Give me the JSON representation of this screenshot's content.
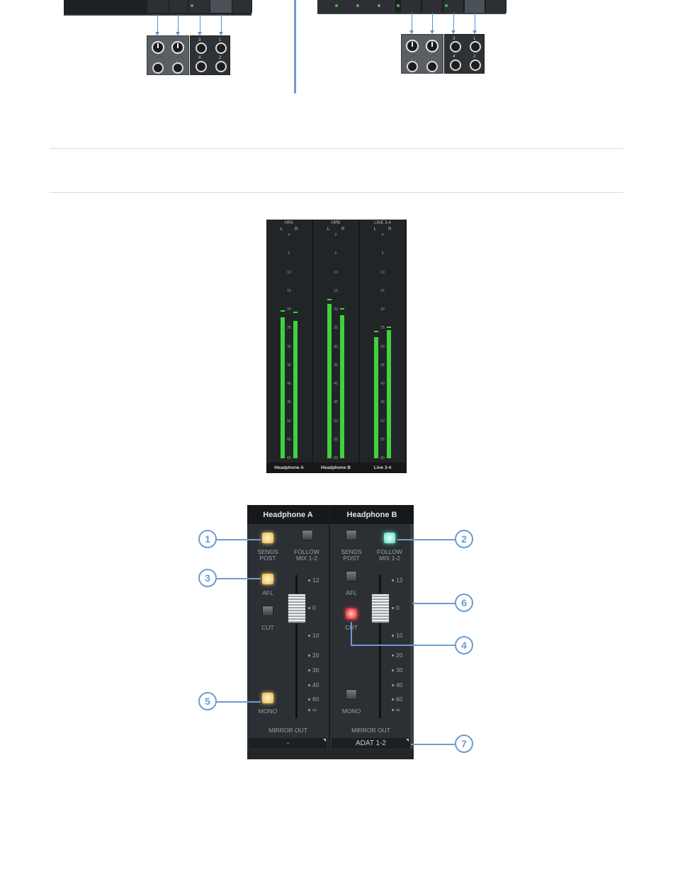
{
  "hardware": {
    "jacks_left": [
      "3",
      "1",
      "4",
      "2"
    ],
    "jacks_right": [
      "3",
      "1",
      "4",
      "2"
    ]
  },
  "meters": {
    "columns": [
      {
        "title": "HPA",
        "left_label": "L",
        "right_label": "R",
        "footer": "Headphone A",
        "left_level_db": 22,
        "right_level_db": 23,
        "left_peak_db": 20.5,
        "right_peak_db": 21
      },
      {
        "title": "HPB",
        "left_label": "L",
        "right_label": "R",
        "footer": "Headphone B",
        "left_level_db": 18.5,
        "right_level_db": 21.5,
        "left_peak_db": 17.5,
        "right_peak_db": 20
      },
      {
        "title": "LINE 3-4",
        "left_label": "L",
        "right_label": "R",
        "footer": "Line 3-4",
        "left_level_db": 27.5,
        "right_level_db": 25.5,
        "left_peak_db": 26,
        "right_peak_db": 25
      }
    ],
    "scale": [
      "0",
      "5",
      "10",
      "15",
      "20",
      "25",
      "30",
      "35",
      "40",
      "45",
      "50",
      "55",
      "60"
    ]
  },
  "mixer": {
    "channels": [
      {
        "name": "Headphone A",
        "sends_post": {
          "label1": "SENDS",
          "label2": "POST",
          "state": "on-yellow"
        },
        "follow": {
          "label1": "FOLLOW",
          "label2": "MIX 1-2",
          "state": "off"
        },
        "afl": {
          "label": "AFL",
          "state": "on-yellow"
        },
        "cut": {
          "label": "CUT",
          "state": "off"
        },
        "mono": {
          "label": "MONO",
          "state": "on-yellow"
        },
        "fader_db": 0,
        "mirror_label": "MIRROR OUT",
        "mirror_value": "-"
      },
      {
        "name": "Headphone B",
        "sends_post": {
          "label1": "SENDS",
          "label2": "POST",
          "state": "off"
        },
        "follow": {
          "label1": "FOLLOW",
          "label2": "MIX 1-2",
          "state": "on-green"
        },
        "afl": {
          "label": "AFL",
          "state": "off"
        },
        "cut": {
          "label": "CUT",
          "state": "on-red"
        },
        "mono": {
          "label": "MONO",
          "state": "off"
        },
        "fader_db": 0,
        "mirror_label": "MIRROR OUT",
        "mirror_value": "ADAT 1-2"
      }
    ],
    "fader_scale": [
      "12",
      "0",
      "10",
      "20",
      "30",
      "40",
      "60",
      "∞"
    ]
  },
  "callouts": [
    "1",
    "2",
    "3",
    "4",
    "5",
    "6",
    "7"
  ],
  "colors": {
    "accent": "#6f9bd0",
    "meter_green": "#3fd23a",
    "led_yellow": "#f3cb72",
    "led_green": "#7ff0d3",
    "led_red": "#f04646"
  }
}
